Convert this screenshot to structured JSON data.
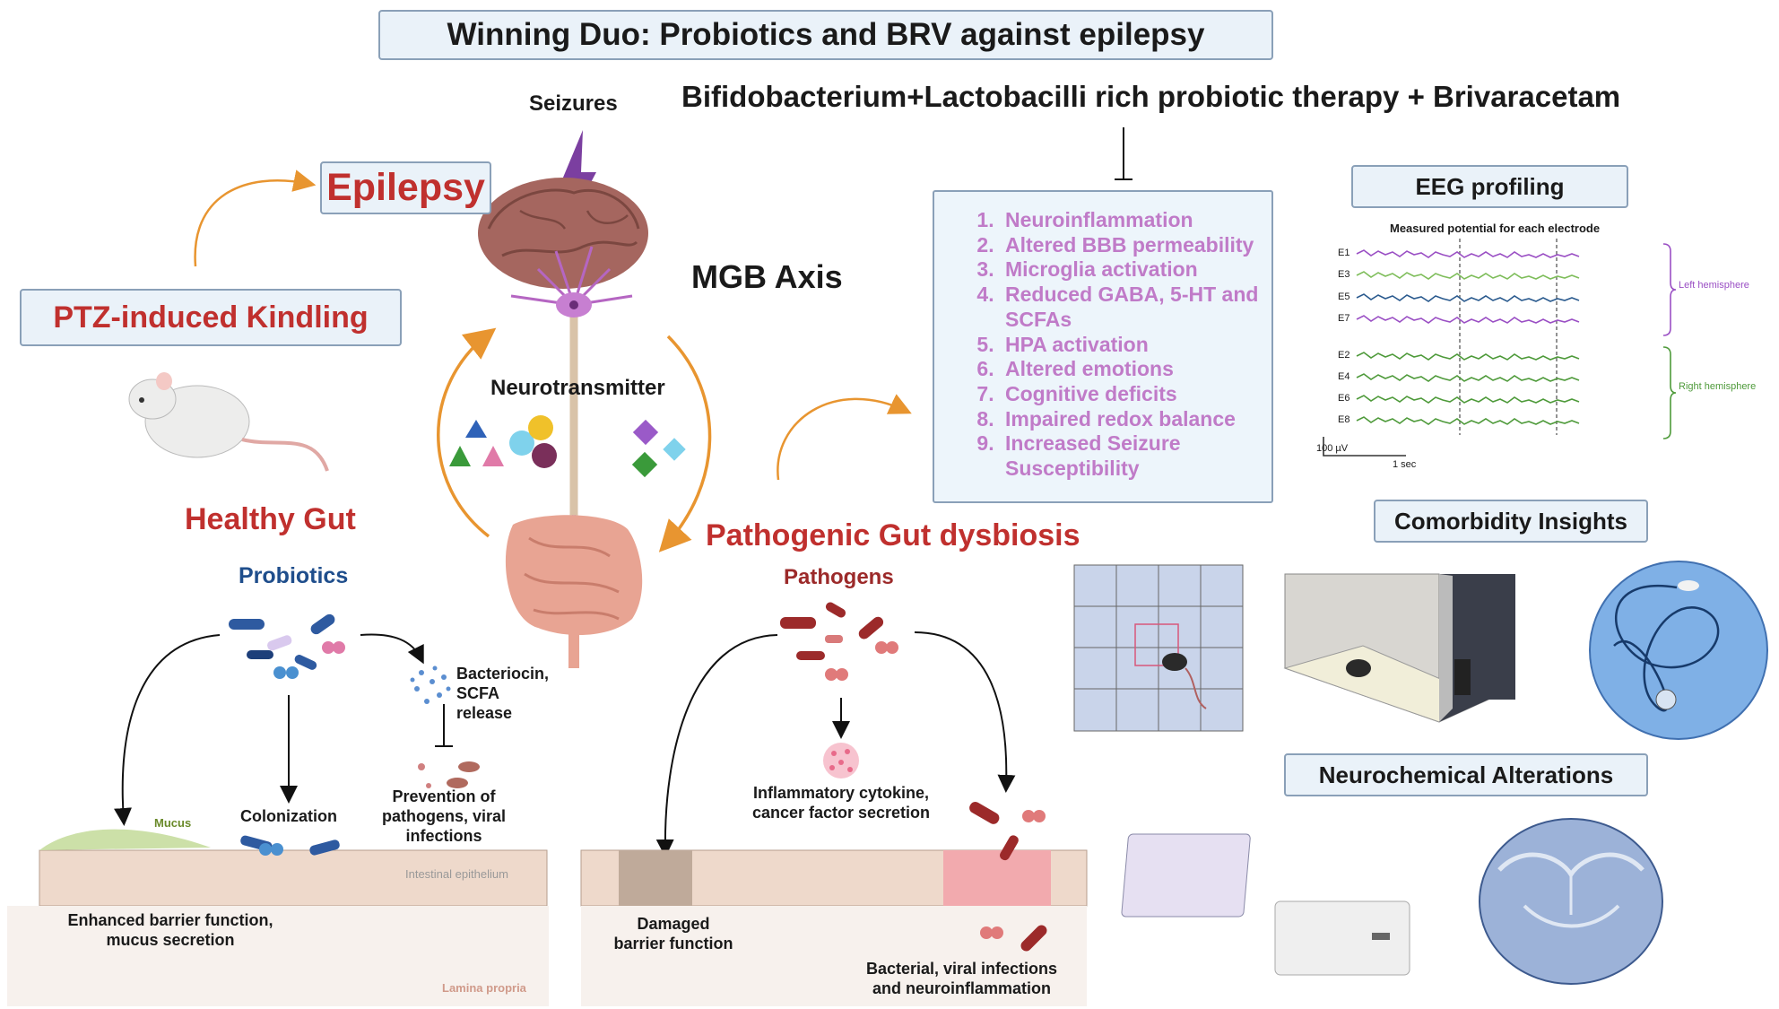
{
  "title": "Winning Duo: Probiotics and BRV against epilepsy",
  "therapy": "Bifidobacterium+Lactobacilli rich probiotic therapy + Brivaracetam",
  "left": {
    "kindling": "PTZ-induced Kindling",
    "epilepsy": "Epilepsy",
    "healthy_gut": "Healthy Gut",
    "probiotics": "Probiotics",
    "bacteriocin": "Bacteriocin,\nSCFA\nrelease",
    "colonization": "Colonization",
    "mucus": "Mucus",
    "prevention": "Prevention of\npathogens, viral\ninfections",
    "intestinal_epithelium": "Intestinal epithelium",
    "enhanced": "Enhanced barrier function,\nmucus secretion",
    "lamina": "Lamina propria"
  },
  "center": {
    "seizures": "Seizures",
    "mgb_axis": "MGB Axis",
    "neurotransmitter": "Neurotransmitter"
  },
  "pathogenic": {
    "title": "Pathogenic Gut dysbiosis",
    "pathogens": "Pathogens",
    "cytokine": "Inflammatory cytokine,\ncancer factor secretion",
    "damaged": "Damaged\nbarrier function",
    "infections": "Bacterial, viral infections\nand neuroinflammation"
  },
  "effects": [
    "Neuroinflammation",
    "Altered BBB permeability",
    "Microglia activation",
    "Reduced GABA, 5-HT and SCFAs",
    "HPA activation",
    "Altered emotions",
    "Cognitive deficits",
    "Impaired redox balance",
    "Increased  Seizure Susceptibility"
  ],
  "eeg": {
    "title": "EEG profiling",
    "subtitle": "Measured potential for each electrode",
    "channels": [
      "E1",
      "E3",
      "E5",
      "E7",
      "E2",
      "E4",
      "E6",
      "E8"
    ],
    "left_label": "Left hemisphere",
    "right_label": "Right hemisphere",
    "scale_v": "100 µV",
    "scale_t": "1 sec"
  },
  "comorbidity": {
    "title": "Comorbidity Insights"
  },
  "neurochemical": {
    "title": "Neurochemical Alterations"
  },
  "colors": {
    "box_border": "#8aa0b8",
    "box_fill": "#eaf2f9",
    "red_title": "#c0302e",
    "blue_title": "#1f4e8c",
    "effects_text": "#c07bc8",
    "arrow_orange": "#e89530",
    "eeg_purple": "#9a4fc4",
    "eeg_green": "#4e9a3a",
    "eeg_blue": "#2a5a8e"
  }
}
